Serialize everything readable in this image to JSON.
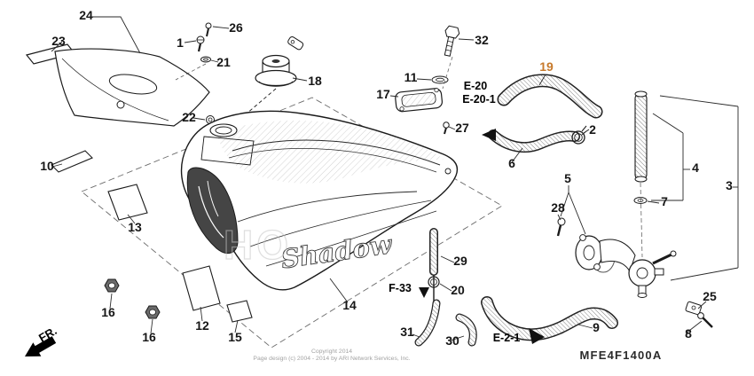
{
  "meta": {
    "title": "Fuel tank exploded parts diagram",
    "part_code": "MFE4F1400A",
    "footer_line1": "Copyright 2014",
    "footer_line2": "Page design (c) 2004 - 2014 by ARI Network Services, Inc.",
    "fr_label": "FR.",
    "watermark_text": "HO",
    "tank_logo": "Shadow"
  },
  "references": {
    "e20": "E-20",
    "e20_1": "E-20-1",
    "e2_1": "E-2-1",
    "f33": "F-33"
  },
  "callouts": {
    "c1": "1",
    "c2": "2",
    "c3": "3",
    "c4": "4",
    "c5": "5",
    "c6": "6",
    "c7": "7",
    "c8": "8",
    "c9": "9",
    "c10": "10",
    "c11": "11",
    "c12": "12",
    "c13": "13",
    "c14": "14",
    "c15": "15",
    "c16": "16",
    "c17": "17",
    "c18": "18",
    "c19": "19",
    "c20": "20",
    "c21": "21",
    "c22": "22",
    "c23": "23",
    "c24": "24",
    "c25": "25",
    "c26": "26",
    "c27": "27",
    "c28": "28",
    "c29": "29",
    "c30": "30",
    "c31": "31",
    "c32": "32"
  },
  "colors": {
    "line": "#1a1a1a",
    "callout_highlight": "#c7792b",
    "watermark": "#c6c6c6",
    "footer": "#a2a2a2"
  }
}
